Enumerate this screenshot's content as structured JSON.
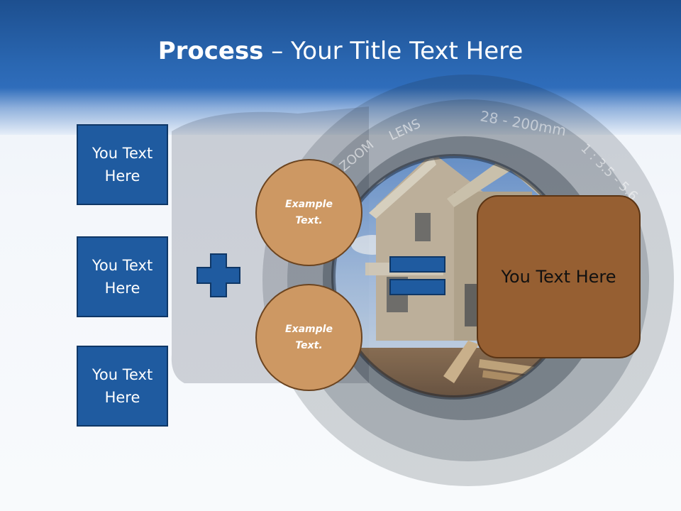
{
  "title": {
    "bold": "Process",
    "rest": " – Your Title Text Here"
  },
  "lens_text": {
    "zoom": "ZOOM",
    "lens": "LENS",
    "focal": "28 - 200mm",
    "aperture": "1 : 3.5 - 5.6"
  },
  "left_boxes": [
    {
      "label": "You Text Here"
    },
    {
      "label": "You Text Here"
    },
    {
      "label": "You Text Here"
    }
  ],
  "circles": [
    {
      "label": "Example Text."
    },
    {
      "label": "Example Text."
    }
  ],
  "result": {
    "label": "You Text Here"
  },
  "colors": {
    "header": "#2a67b2",
    "box_blue": "#1f5ba0",
    "circle": "#cd9863",
    "result": "#965f32"
  },
  "icons": {
    "plus": "plus-icon",
    "equals": "equals-icon"
  }
}
